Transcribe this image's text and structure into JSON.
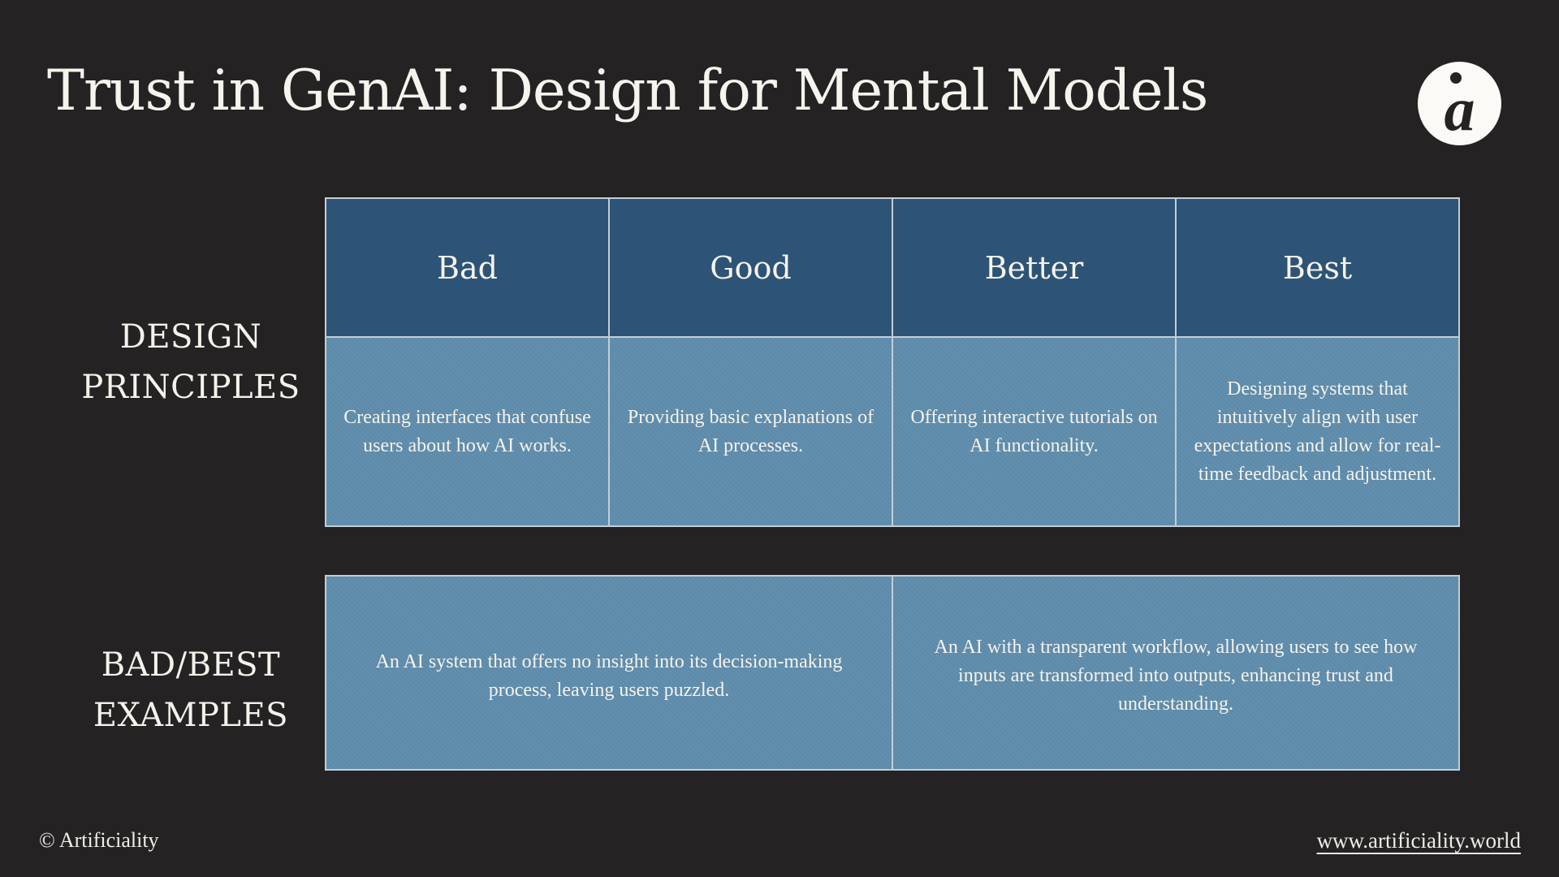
{
  "slide": {
    "title": "Trust in GenAI: Design for Mental Models",
    "brand": {
      "logo_letter": "a"
    },
    "colors": {
      "background": "#242222",
      "header_cell": "#2d5476",
      "body_cell": "#5f8dac",
      "border": "#c3ced7",
      "text": "#f6f3ee"
    },
    "principles_table": {
      "row_label": "DESIGN PRINCIPLES",
      "columns": [
        {
          "header": "Bad",
          "text": "Creating interfaces that confuse users about how AI works."
        },
        {
          "header": "Good",
          "text": "Providing basic explanations of AI processes."
        },
        {
          "header": "Better",
          "text": "Offering interactive tutorials on AI functionality."
        },
        {
          "header": "Best",
          "text": "Designing systems that intuitively align with user expectations and allow for real-time feedback and adjustment."
        }
      ]
    },
    "examples_table": {
      "row_label": "BAD/BEST EXAMPLES",
      "cells": [
        {
          "text": "An AI system that offers no insight into its decision-making process, leaving users puzzled."
        },
        {
          "text": "An AI with a transparent workflow, allowing users to see how inputs are transformed into outputs, enhancing trust and understanding."
        }
      ]
    },
    "footer": {
      "copyright": "© Artificiality",
      "link": "www.artificiality.world"
    }
  }
}
